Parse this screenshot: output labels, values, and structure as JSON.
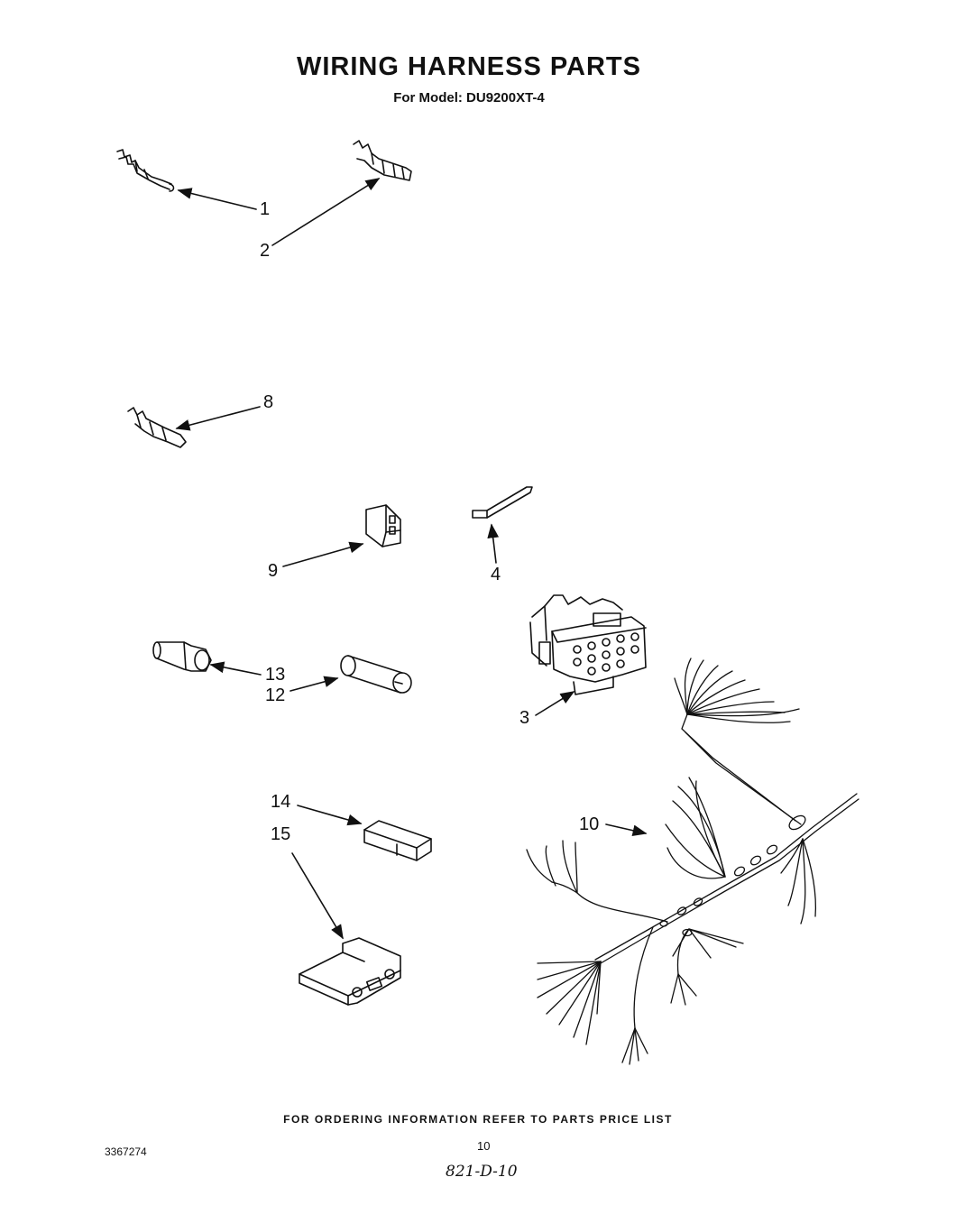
{
  "header": {
    "title": "WIRING HARNESS PARTS",
    "subtitle": "For Model: DU9200XT-4"
  },
  "callouts": {
    "c1": "1",
    "c2": "2",
    "c3": "3",
    "c4": "4",
    "c8": "8",
    "c9": "9",
    "c10": "10",
    "c12": "12",
    "c13": "13",
    "c14": "14",
    "c15": "15"
  },
  "footer": {
    "ordering_note": "FOR ORDERING INFORMATION REFER TO PARTS PRICE LIST",
    "document_number": "3367274",
    "page_number": "10",
    "handwritten_code": "821-D-10"
  }
}
